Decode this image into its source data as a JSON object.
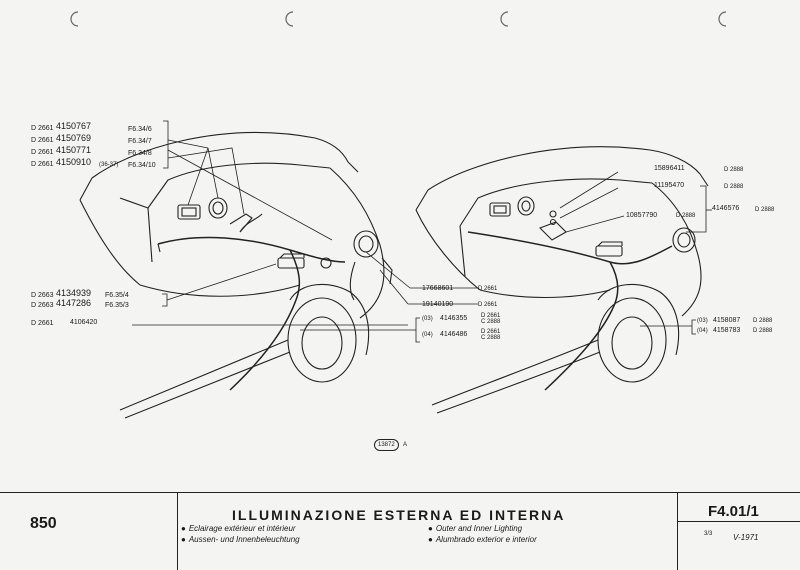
{
  "left_labels": [
    {
      "prefix": "D 2661",
      "part": "4150767",
      "ref": "F6.34/6"
    },
    {
      "prefix": "D 2661",
      "part": "4150769",
      "ref": "F6.34/7"
    },
    {
      "prefix": "D 2661",
      "part": "4150771",
      "ref": "F6.34/8"
    },
    {
      "prefix": "D 2661",
      "part": "4150910",
      "ref": "F6.34/10",
      "extra": "36-37"
    },
    {
      "prefix": "D 2663",
      "part": "4134939",
      "ref": "F6.35/4"
    },
    {
      "prefix": "D 2663",
      "part": "4147286",
      "ref": "F6.35/3"
    },
    {
      "prefix": "D 2661",
      "part": "4106420"
    }
  ],
  "middle_labels": [
    {
      "part": "17668601",
      "code": "D 2661"
    },
    {
      "part": "19140190",
      "code": "D 2661"
    },
    {
      "qty": "03",
      "part": "4146355",
      "code_top": "D 2661",
      "code_bottom": "C 2888"
    },
    {
      "qty": "04",
      "part": "4146486",
      "code_top": "D 2661",
      "code_bottom": "C 2888"
    }
  ],
  "right_labels": [
    {
      "part": "15896411",
      "code": "D 2888"
    },
    {
      "part": "11195470",
      "code": "D 2888"
    },
    {
      "part": "10857790",
      "code": "D 2888"
    },
    {
      "part": "4146576",
      "code": "D 2888"
    },
    {
      "qty": "03",
      "part": "4158087",
      "code": "D 2888"
    },
    {
      "qty": "04",
      "part": "4158783",
      "code": "D 2888"
    }
  ],
  "diagram_number": "13872",
  "diagram_suffix": "A",
  "footer": {
    "model": "850",
    "title": "ILLUMINAZIONE ESTERNA ED INTERNA",
    "sub_fr": "Eclairage extérieur et intérieur",
    "sub_de": "Aussen- und Innenbeleuchtung",
    "sub_en": "Outer and Inner Lighting",
    "sub_es": "Alumbrado exterior e interior",
    "code": "F4.01/1",
    "sheet": "3/3",
    "date": "V-1971"
  }
}
